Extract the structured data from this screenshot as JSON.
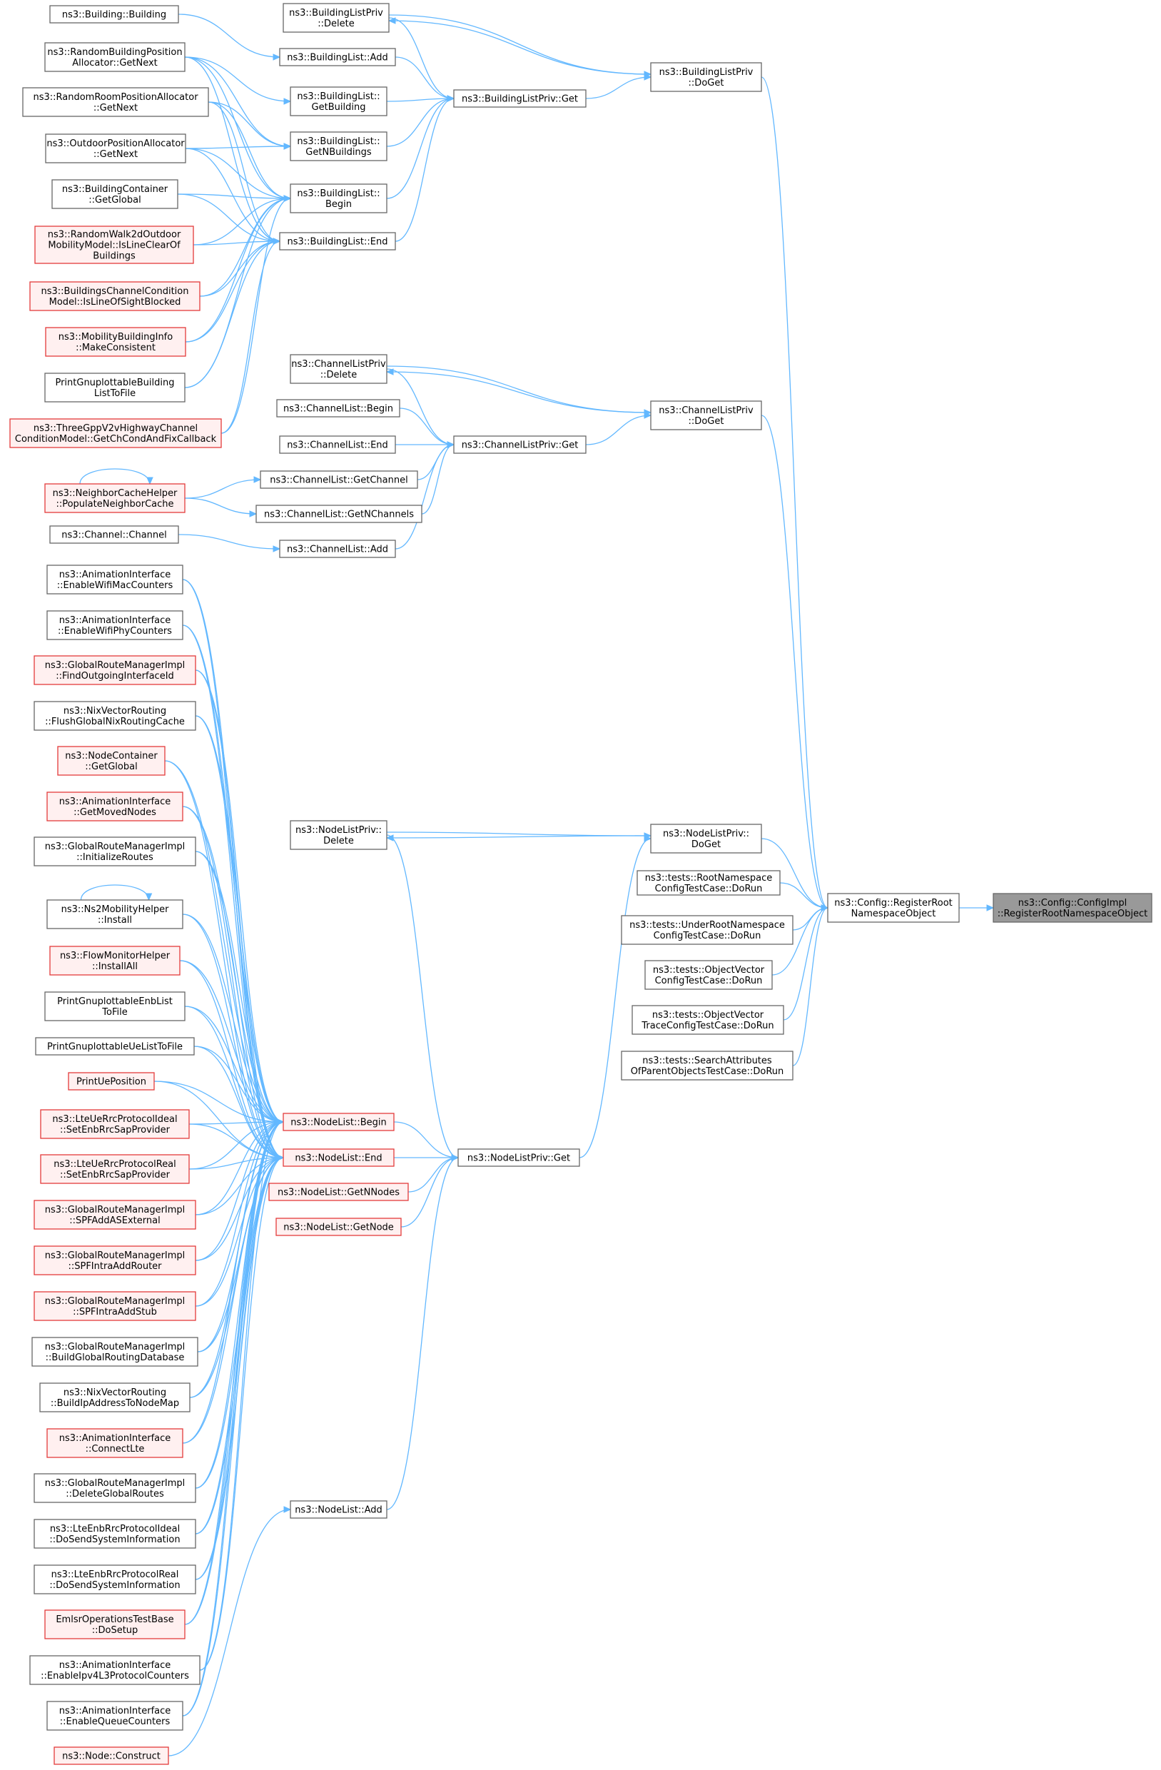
{
  "graph": {
    "colors": {
      "edge": "#63b8ff",
      "node_border": "#666666",
      "node_border_truncated": "#e33b3b",
      "node_fill_truncated": "#fff0f0",
      "root_fill": "#999999"
    },
    "nodes": [
      {
        "id": "root",
        "lines": [
          "ns3::Config::ConfigImpl",
          "::RegisterRootNamespaceObject"
        ],
        "style": "dark"
      },
      {
        "id": "reg",
        "lines": [
          "ns3::Config::RegisterRoot",
          "NamespaceObject"
        ]
      },
      {
        "id": "blpDoGet",
        "lines": [
          "ns3::BuildingListPriv",
          "::DoGet"
        ]
      },
      {
        "id": "clpDoGet",
        "lines": [
          "ns3::ChannelListPriv",
          "::DoGet"
        ]
      },
      {
        "id": "nlpDoGet",
        "lines": [
          "ns3::NodeListPriv::",
          "DoGet"
        ]
      },
      {
        "id": "t1",
        "lines": [
          "ns3::tests::RootNamespace",
          "ConfigTestCase::DoRun"
        ]
      },
      {
        "id": "t2",
        "lines": [
          "ns3::tests::UnderRootNamespace",
          "ConfigTestCase::DoRun"
        ]
      },
      {
        "id": "t3",
        "lines": [
          "ns3::tests::ObjectVector",
          "ConfigTestCase::DoRun"
        ]
      },
      {
        "id": "t4",
        "lines": [
          "ns3::tests::ObjectVector",
          "TraceConfigTestCase::DoRun"
        ]
      },
      {
        "id": "t5",
        "lines": [
          "ns3::tests::SearchAttributes",
          "OfParentObjectsTestCase::DoRun"
        ]
      },
      {
        "id": "blpDelete",
        "lines": [
          "ns3::BuildingListPriv",
          "::Delete"
        ]
      },
      {
        "id": "blpGet",
        "lines": [
          "ns3::BuildingListPriv::Get"
        ]
      },
      {
        "id": "blAdd",
        "lines": [
          "ns3::BuildingList::Add"
        ]
      },
      {
        "id": "blGetBuilding",
        "lines": [
          "ns3::BuildingList::",
          "GetBuilding"
        ]
      },
      {
        "id": "blGetN",
        "lines": [
          "ns3::BuildingList::",
          "GetNBuildings"
        ]
      },
      {
        "id": "blBegin",
        "lines": [
          "ns3::BuildingList::",
          "Begin"
        ]
      },
      {
        "id": "blEnd",
        "lines": [
          "ns3::BuildingList::End"
        ]
      },
      {
        "id": "bBuilding",
        "lines": [
          "ns3::Building::Building"
        ]
      },
      {
        "id": "rbpa",
        "lines": [
          "ns3::RandomBuildingPosition",
          "Allocator::GetNext"
        ]
      },
      {
        "id": "rrpa",
        "lines": [
          "ns3::RandomRoomPositionAllocator",
          "::GetNext"
        ]
      },
      {
        "id": "opa",
        "lines": [
          "ns3::OutdoorPositionAllocator",
          "::GetNext"
        ]
      },
      {
        "id": "bcg",
        "lines": [
          "ns3::BuildingContainer",
          "::GetGlobal"
        ]
      },
      {
        "id": "rw2d",
        "lines": [
          "ns3::RandomWalk2dOutdoor",
          "MobilityModel::IsLineClearOf",
          "Buildings"
        ],
        "style": "red"
      },
      {
        "id": "bccm",
        "lines": [
          "ns3::BuildingsChannelCondition",
          "Model::IsLineOfSightBlocked"
        ],
        "style": "red"
      },
      {
        "id": "mbi",
        "lines": [
          "ns3::MobilityBuildingInfo",
          "::MakeConsistent"
        ],
        "style": "red"
      },
      {
        "id": "pgb",
        "lines": [
          "PrintGnuplottableBuilding",
          "ListToFile"
        ]
      },
      {
        "id": "tgpp",
        "lines": [
          "ns3::ThreeGppV2vHighwayChannel",
          "ConditionModel::GetChCondAndFixCallback"
        ],
        "style": "red"
      },
      {
        "id": "clpDelete",
        "lines": [
          "ns3::ChannelListPriv",
          "::Delete"
        ]
      },
      {
        "id": "clBegin",
        "lines": [
          "ns3::ChannelList::Begin"
        ]
      },
      {
        "id": "clEnd",
        "lines": [
          "ns3::ChannelList::End"
        ]
      },
      {
        "id": "clpGet",
        "lines": [
          "ns3::ChannelListPriv::Get"
        ]
      },
      {
        "id": "clGetChannel",
        "lines": [
          "ns3::ChannelList::GetChannel"
        ]
      },
      {
        "id": "clGetN",
        "lines": [
          "ns3::ChannelList::GetNChannels"
        ]
      },
      {
        "id": "clAdd",
        "lines": [
          "ns3::ChannelList::Add"
        ]
      },
      {
        "id": "nch",
        "lines": [
          "ns3::NeighborCacheHelper",
          "::PopulateNeighborCache"
        ],
        "style": "red"
      },
      {
        "id": "chChannel",
        "lines": [
          "ns3::Channel::Channel"
        ]
      },
      {
        "id": "nlpDelete",
        "lines": [
          "ns3::NodeListPriv::",
          "Delete"
        ]
      },
      {
        "id": "nlpGet",
        "lines": [
          "ns3::NodeListPriv::Get"
        ]
      },
      {
        "id": "nlBegin",
        "lines": [
          "ns3::NodeList::Begin"
        ],
        "style": "red"
      },
      {
        "id": "nlEnd",
        "lines": [
          "ns3::NodeList::End"
        ],
        "style": "red"
      },
      {
        "id": "nlGetN",
        "lines": [
          "ns3::NodeList::GetNNodes"
        ],
        "style": "red"
      },
      {
        "id": "nlGetNode",
        "lines": [
          "ns3::NodeList::GetNode"
        ],
        "style": "red"
      },
      {
        "id": "nlAdd",
        "lines": [
          "ns3::NodeList::Add"
        ]
      },
      {
        "id": "aiWifiMac",
        "lines": [
          "ns3::AnimationInterface",
          "::EnableWifiMacCounters"
        ]
      },
      {
        "id": "aiWifiPhy",
        "lines": [
          "ns3::AnimationInterface",
          "::EnableWifiPhyCounters"
        ]
      },
      {
        "id": "grmFind",
        "lines": [
          "ns3::GlobalRouteManagerImpl",
          "::FindOutgoingInterfaceId"
        ],
        "style": "red"
      },
      {
        "id": "nixFlush",
        "lines": [
          "ns3::NixVectorRouting",
          "::FlushGlobalNixRoutingCache"
        ]
      },
      {
        "id": "ncGlobal",
        "lines": [
          "ns3::NodeContainer",
          "::GetGlobal"
        ],
        "style": "red"
      },
      {
        "id": "aiMoved",
        "lines": [
          "ns3::AnimationInterface",
          "::GetMovedNodes"
        ],
        "style": "red"
      },
      {
        "id": "grmInit",
        "lines": [
          "ns3::GlobalRouteManagerImpl",
          "::InitializeRoutes"
        ]
      },
      {
        "id": "ns2",
        "lines": [
          "ns3::Ns2MobilityHelper",
          "::Install"
        ]
      },
      {
        "id": "fmh",
        "lines": [
          "ns3::FlowMonitorHelper",
          "::InstallAll"
        ],
        "style": "red"
      },
      {
        "id": "pgEnb",
        "lines": [
          "PrintGnuplottableEnbList",
          "ToFile"
        ]
      },
      {
        "id": "pgUe",
        "lines": [
          "PrintGnuplottableUeListToFile"
        ]
      },
      {
        "id": "pup",
        "lines": [
          "PrintUePosition"
        ],
        "style": "red"
      },
      {
        "id": "lteIdeal",
        "lines": [
          "ns3::LteUeRrcProtocolIdeal",
          "::SetEnbRrcSapProvider"
        ],
        "style": "red"
      },
      {
        "id": "lteReal",
        "lines": [
          "ns3::LteUeRrcProtocolReal",
          "::SetEnbRrcSapProvider"
        ],
        "style": "red"
      },
      {
        "id": "grmExt",
        "lines": [
          "ns3::GlobalRouteManagerImpl",
          "::SPFAddASExternal"
        ],
        "style": "red"
      },
      {
        "id": "grmRouter",
        "lines": [
          "ns3::GlobalRouteManagerImpl",
          "::SPFIntraAddRouter"
        ],
        "style": "red"
      },
      {
        "id": "grmStub",
        "lines": [
          "ns3::GlobalRouteManagerImpl",
          "::SPFIntraAddStub"
        ],
        "style": "red"
      },
      {
        "id": "grmBuild",
        "lines": [
          "ns3::GlobalRouteManagerImpl",
          "::BuildGlobalRoutingDatabase"
        ]
      },
      {
        "id": "nixBuild",
        "lines": [
          "ns3::NixVectorRouting",
          "::BuildIpAddressToNodeMap"
        ]
      },
      {
        "id": "aiLte",
        "lines": [
          "ns3::AnimationInterface",
          "::ConnectLte"
        ],
        "style": "red"
      },
      {
        "id": "grmDel",
        "lines": [
          "ns3::GlobalRouteManagerImpl",
          "::DeleteGlobalRoutes"
        ]
      },
      {
        "id": "enbIdeal",
        "lines": [
          "ns3::LteEnbRrcProtocolIdeal",
          "::DoSendSystemInformation"
        ]
      },
      {
        "id": "enbReal",
        "lines": [
          "ns3::LteEnbRrcProtocolReal",
          "::DoSendSystemInformation"
        ]
      },
      {
        "id": "emlsr",
        "lines": [
          "EmlsrOperationsTestBase",
          "::DoSetup"
        ],
        "style": "red"
      },
      {
        "id": "aiIpv4",
        "lines": [
          "ns3::AnimationInterface",
          "::EnableIpv4L3ProtocolCounters"
        ]
      },
      {
        "id": "aiQueue",
        "lines": [
          "ns3::AnimationInterface",
          "::EnableQueueCounters"
        ]
      },
      {
        "id": "nodeConstruct",
        "lines": [
          "ns3::Node::Construct"
        ],
        "style": "red"
      }
    ],
    "edges": [
      [
        "reg",
        "root"
      ],
      [
        "blpDoGet",
        "reg"
      ],
      [
        "clpDoGet",
        "reg"
      ],
      [
        "nlpDoGet",
        "reg"
      ],
      [
        "t1",
        "reg"
      ],
      [
        "t2",
        "reg"
      ],
      [
        "t3",
        "reg"
      ],
      [
        "t4",
        "reg"
      ],
      [
        "t5",
        "reg"
      ],
      [
        "blpGet",
        "blpDoGet"
      ],
      [
        "blpDelete",
        "blpDoGet"
      ],
      [
        "blpDoGet",
        "blpDelete"
      ],
      [
        "blpDelete",
        "blpGet"
      ],
      [
        "blAdd",
        "blpGet"
      ],
      [
        "blGetBuilding",
        "blpGet"
      ],
      [
        "blGetN",
        "blpGet"
      ],
      [
        "blBegin",
        "blpGet"
      ],
      [
        "blEnd",
        "blpGet"
      ],
      [
        "bBuilding",
        "blAdd"
      ],
      [
        "rbpa",
        "blGetBuilding"
      ],
      [
        "rbpa",
        "blGetN"
      ],
      [
        "rbpa",
        "blBegin"
      ],
      [
        "rbpa",
        "blEnd"
      ],
      [
        "rrpa",
        "blGetN"
      ],
      [
        "rrpa",
        "blBegin"
      ],
      [
        "rrpa",
        "blEnd"
      ],
      [
        "opa",
        "blGetN"
      ],
      [
        "opa",
        "blBegin"
      ],
      [
        "opa",
        "blEnd"
      ],
      [
        "bcg",
        "blBegin"
      ],
      [
        "bcg",
        "blEnd"
      ],
      [
        "rw2d",
        "blBegin"
      ],
      [
        "rw2d",
        "blEnd"
      ],
      [
        "bccm",
        "blBegin"
      ],
      [
        "bccm",
        "blEnd"
      ],
      [
        "mbi",
        "blBegin"
      ],
      [
        "mbi",
        "blEnd"
      ],
      [
        "pgb",
        "blBegin"
      ],
      [
        "pgb",
        "blEnd"
      ],
      [
        "tgpp",
        "blBegin"
      ],
      [
        "tgpp",
        "blEnd"
      ],
      [
        "clpGet",
        "clpDoGet"
      ],
      [
        "clpDelete",
        "clpDoGet"
      ],
      [
        "clpDoGet",
        "clpDelete"
      ],
      [
        "clpDelete",
        "clpGet"
      ],
      [
        "clBegin",
        "clpGet"
      ],
      [
        "clEnd",
        "clpGet"
      ],
      [
        "clGetChannel",
        "clpGet"
      ],
      [
        "clGetN",
        "clpGet"
      ],
      [
        "clAdd",
        "clpGet"
      ],
      [
        "nch",
        "clGetChannel"
      ],
      [
        "nch",
        "clGetN"
      ],
      [
        "nch",
        "nch"
      ],
      [
        "chChannel",
        "clAdd"
      ],
      [
        "nlpGet",
        "nlpDoGet"
      ],
      [
        "nlpDelete",
        "nlpDoGet"
      ],
      [
        "nlpDoGet",
        "nlpDelete"
      ],
      [
        "nlpDelete",
        "nlpGet"
      ],
      [
        "nlBegin",
        "nlpGet"
      ],
      [
        "nlEnd",
        "nlpGet"
      ],
      [
        "nlGetN",
        "nlpGet"
      ],
      [
        "nlGetNode",
        "nlpGet"
      ],
      [
        "nlAdd",
        "nlpGet"
      ],
      [
        "nodeConstruct",
        "nlAdd"
      ],
      [
        "ns2",
        "ns2"
      ],
      [
        "aiWifiMac",
        "nlBegin"
      ],
      [
        "aiWifiMac",
        "nlEnd"
      ],
      [
        "aiWifiPhy",
        "nlBegin"
      ],
      [
        "aiWifiPhy",
        "nlEnd"
      ],
      [
        "grmFind",
        "nlBegin"
      ],
      [
        "grmFind",
        "nlEnd"
      ],
      [
        "nixFlush",
        "nlBegin"
      ],
      [
        "nixFlush",
        "nlEnd"
      ],
      [
        "ncGlobal",
        "nlBegin"
      ],
      [
        "ncGlobal",
        "nlEnd"
      ],
      [
        "aiMoved",
        "nlBegin"
      ],
      [
        "aiMoved",
        "nlEnd"
      ],
      [
        "grmInit",
        "nlBegin"
      ],
      [
        "grmInit",
        "nlEnd"
      ],
      [
        "ns2",
        "nlBegin"
      ],
      [
        "ns2",
        "nlEnd"
      ],
      [
        "fmh",
        "nlBegin"
      ],
      [
        "fmh",
        "nlEnd"
      ],
      [
        "pgEnb",
        "nlBegin"
      ],
      [
        "pgEnb",
        "nlEnd"
      ],
      [
        "pgUe",
        "nlBegin"
      ],
      [
        "pgUe",
        "nlEnd"
      ],
      [
        "pup",
        "nlBegin"
      ],
      [
        "pup",
        "nlEnd"
      ],
      [
        "lteIdeal",
        "nlBegin"
      ],
      [
        "lteIdeal",
        "nlEnd"
      ],
      [
        "lteReal",
        "nlBegin"
      ],
      [
        "lteReal",
        "nlEnd"
      ],
      [
        "grmExt",
        "nlBegin"
      ],
      [
        "grmExt",
        "nlEnd"
      ],
      [
        "grmRouter",
        "nlBegin"
      ],
      [
        "grmRouter",
        "nlEnd"
      ],
      [
        "grmStub",
        "nlBegin"
      ],
      [
        "grmStub",
        "nlEnd"
      ],
      [
        "grmBuild",
        "nlBegin"
      ],
      [
        "grmBuild",
        "nlEnd"
      ],
      [
        "nixBuild",
        "nlBegin"
      ],
      [
        "nixBuild",
        "nlEnd"
      ],
      [
        "aiLte",
        "nlBegin"
      ],
      [
        "aiLte",
        "nlEnd"
      ],
      [
        "grmDel",
        "nlBegin"
      ],
      [
        "grmDel",
        "nlEnd"
      ],
      [
        "enbIdeal",
        "nlBegin"
      ],
      [
        "enbIdeal",
        "nlEnd"
      ],
      [
        "enbReal",
        "nlBegin"
      ],
      [
        "enbReal",
        "nlEnd"
      ],
      [
        "emlsr",
        "nlBegin"
      ],
      [
        "emlsr",
        "nlEnd"
      ],
      [
        "aiIpv4",
        "nlBegin"
      ],
      [
        "aiIpv4",
        "nlEnd"
      ],
      [
        "aiQueue",
        "nlBegin"
      ],
      [
        "aiQueue",
        "nlEnd"
      ]
    ]
  }
}
